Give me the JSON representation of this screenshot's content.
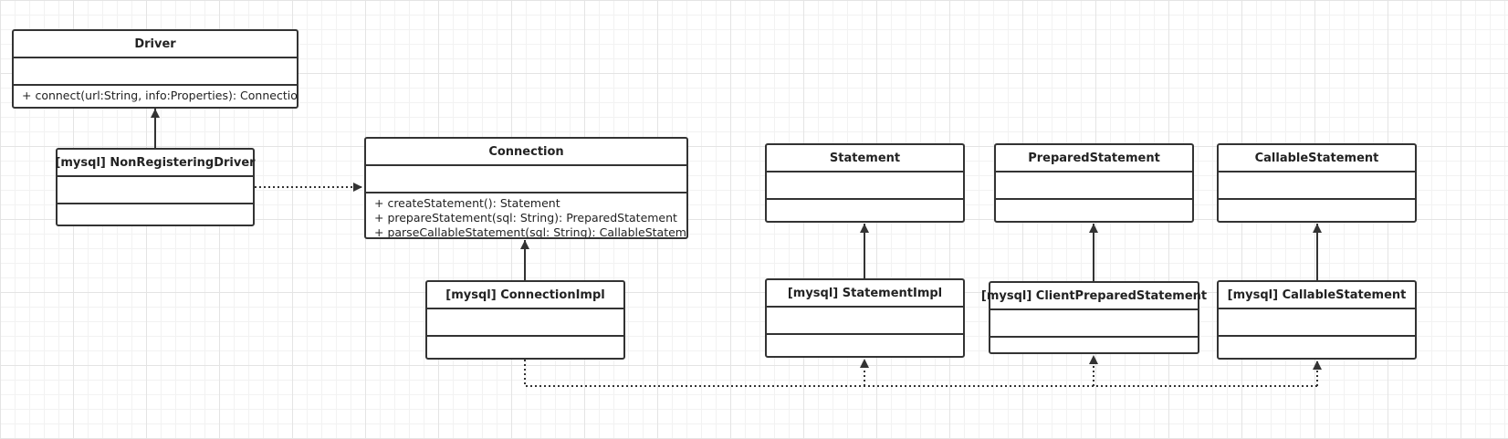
{
  "classes": {
    "driver": {
      "name": "Driver",
      "operations": [
        "+ connect(url:String, info:Properties): Connection"
      ]
    },
    "non_registering_driver": {
      "name": "[mysql] NonRegisteringDriver",
      "operations": []
    },
    "connection": {
      "name": "Connection",
      "operations": [
        "+ createStatement(): Statement",
        "+ prepareStatement(sql: String): PreparedStatement",
        "+ parseCallableStatement(sql: String): CallableStatement"
      ]
    },
    "connection_impl": {
      "name": "[mysql] ConnectionImpl",
      "operations": []
    },
    "statement": {
      "name": "Statement",
      "operations": []
    },
    "prepared_statement": {
      "name": "PreparedStatement",
      "operations": []
    },
    "callable_statement": {
      "name": "CallableStatement",
      "operations": []
    },
    "statement_impl": {
      "name": "[mysql] StatementImpl",
      "operations": []
    },
    "client_prepared_statement": {
      "name": "[mysql] ClientPreparedStatement",
      "operations": []
    },
    "mysql_callable_statement": {
      "name": "[mysql] CallableStatement",
      "operations": []
    }
  },
  "relations": [
    {
      "from": "non_registering_driver",
      "to": "driver",
      "kind": "realization",
      "style": "solid"
    },
    {
      "from": "non_registering_driver",
      "to": "connection",
      "kind": "dependency",
      "style": "dotted"
    },
    {
      "from": "connection_impl",
      "to": "connection",
      "kind": "realization",
      "style": "solid"
    },
    {
      "from": "statement_impl",
      "to": "statement",
      "kind": "realization",
      "style": "solid"
    },
    {
      "from": "client_prepared_statement",
      "to": "prepared_statement",
      "kind": "realization",
      "style": "solid"
    },
    {
      "from": "mysql_callable_statement",
      "to": "callable_statement",
      "kind": "realization",
      "style": "solid"
    },
    {
      "from": "connection_impl",
      "to": "statement_impl",
      "kind": "dependency",
      "style": "dotted"
    },
    {
      "from": "connection_impl",
      "to": "client_prepared_statement",
      "kind": "dependency",
      "style": "dotted"
    },
    {
      "from": "connection_impl",
      "to": "mysql_callable_statement",
      "kind": "dependency",
      "style": "dotted"
    }
  ],
  "colors": {
    "line": "#333333",
    "border": "#333333",
    "background": "#ffffff"
  }
}
